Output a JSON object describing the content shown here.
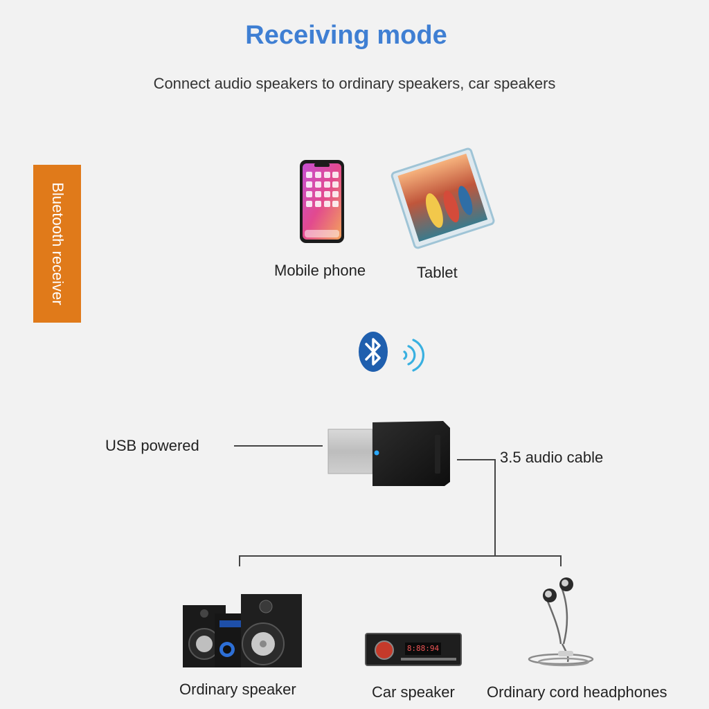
{
  "title": "Receiving mode",
  "subtitle": "Connect audio speakers to ordinary speakers, car speakers",
  "side_tag": "Bluetooth receiver",
  "sources": {
    "phone_label": "Mobile phone",
    "tablet_label": "Tablet"
  },
  "device": {
    "usb_label": "USB powered",
    "cable_label": "3.5 audio cable"
  },
  "outputs": {
    "speaker_label": "Ordinary speaker",
    "car_label": "Car speaker",
    "car_display": "8:88:94",
    "headphones_label": "Ordinary cord headphones"
  },
  "colors": {
    "title": "#3f7fd3",
    "tag": "#e07a1a",
    "bluetooth": "#1f5fae",
    "signal": "#39b0e0"
  }
}
